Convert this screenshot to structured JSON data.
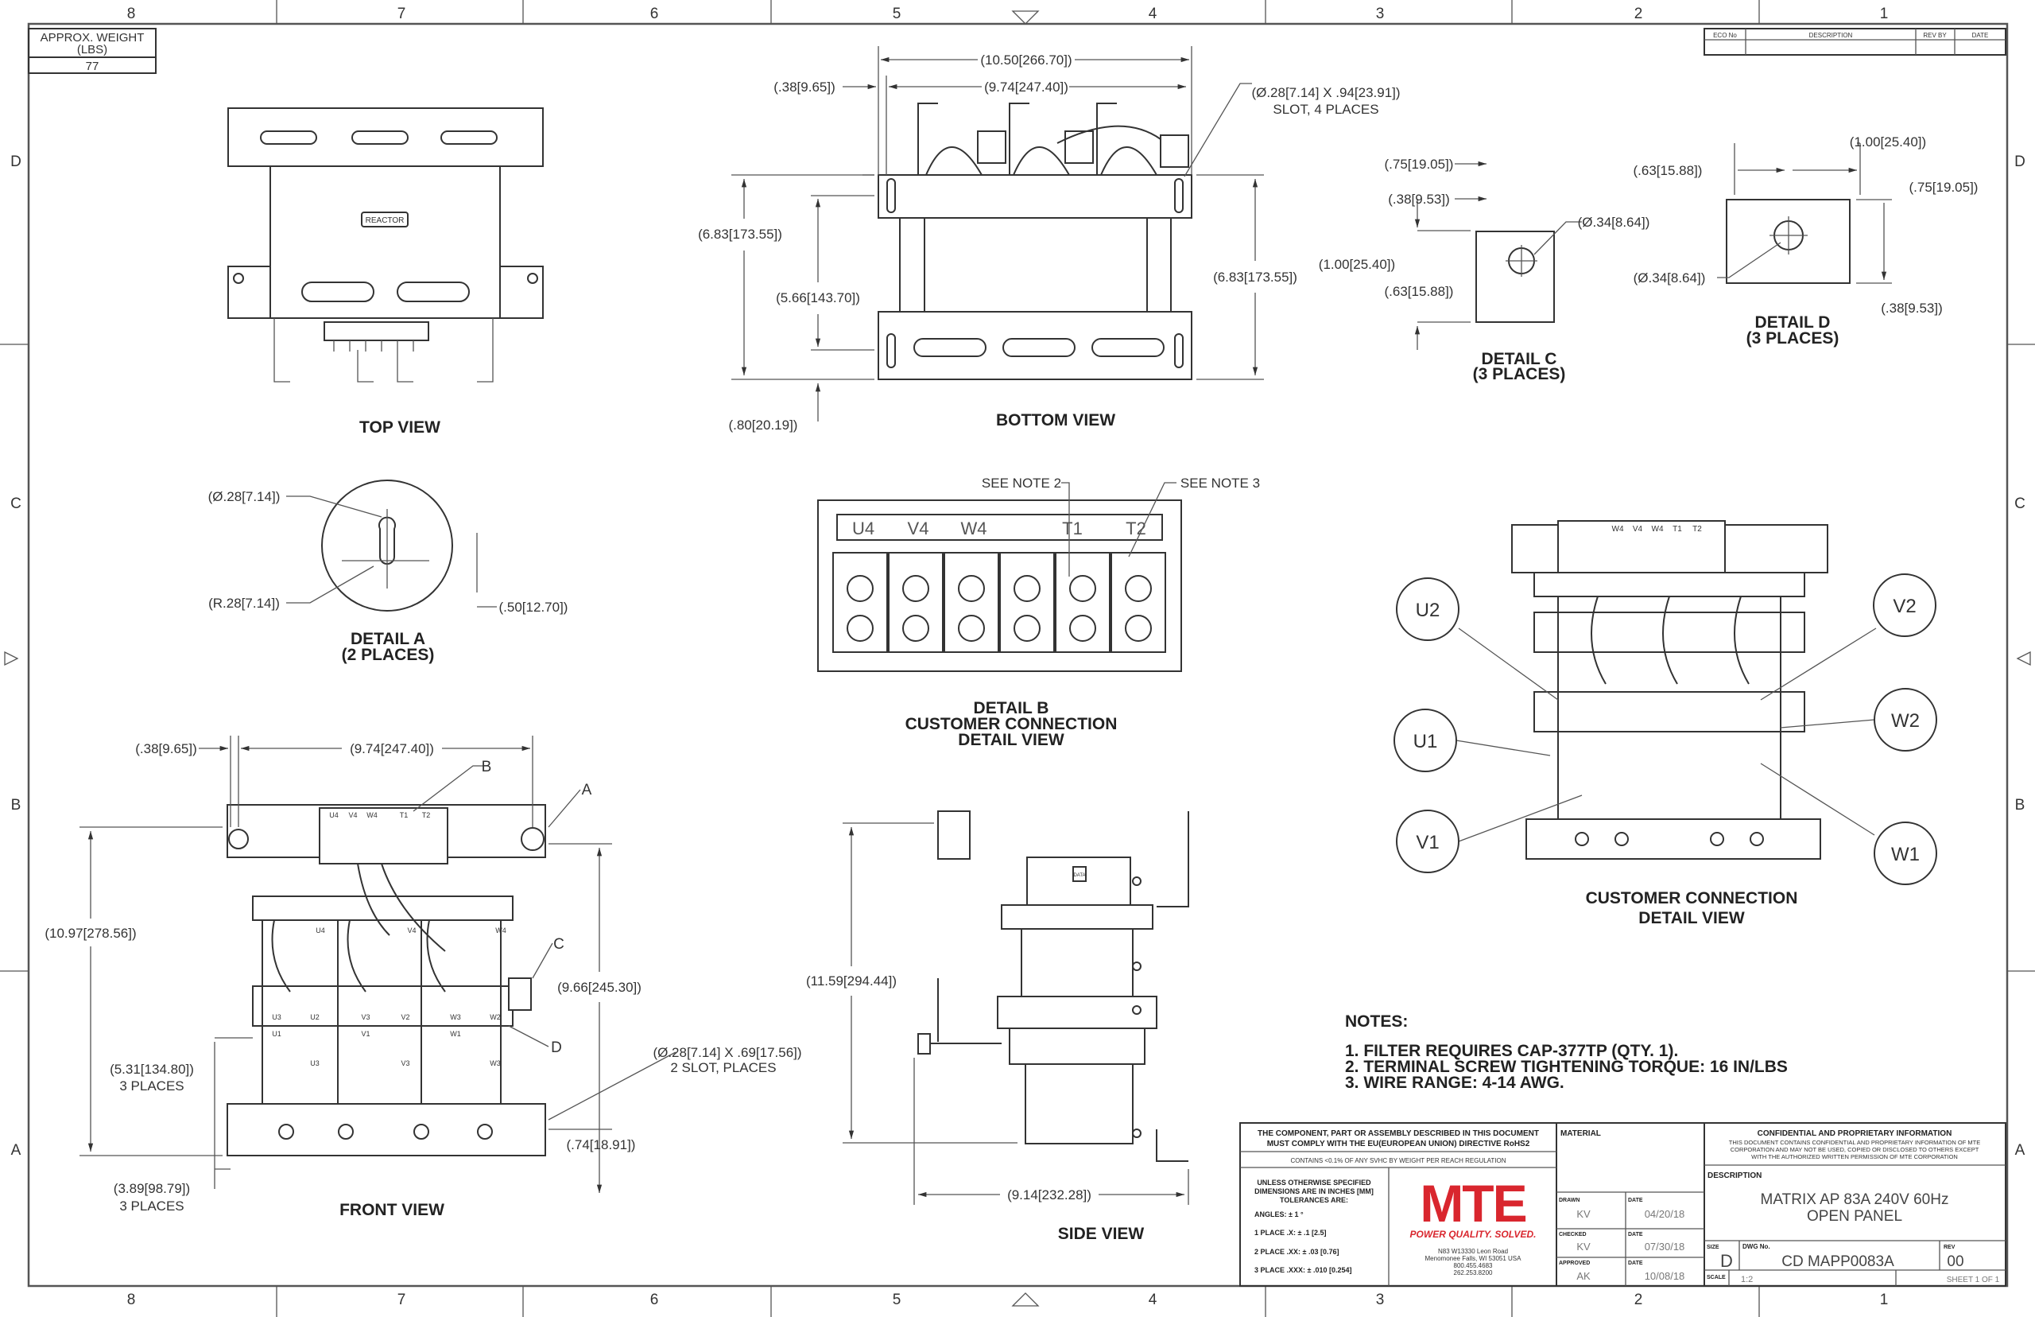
{
  "zones": {
    "columns": [
      "8",
      "7",
      "6",
      "5",
      "4",
      "3",
      "2",
      "1"
    ],
    "rows": [
      "D",
      "C",
      "B",
      "A"
    ]
  },
  "weight": {
    "label": "APPROX. WEIGHT (LBS)",
    "label_line1": "APPROX. WEIGHT",
    "label_line2": "(LBS)",
    "value": "77"
  },
  "revision_block": {
    "headers": [
      "ECO No",
      "DESCRIPTION",
      "REV BY",
      "DATE"
    ]
  },
  "views": {
    "top": {
      "title": "TOP VIEW",
      "badge": "REACTOR"
    },
    "bottom": {
      "title": "BOTTOM VIEW",
      "dims": [
        "(10.50[266.70])",
        "(.38[9.65])",
        "(9.74[247.40])",
        "(Ø.28[7.14] X .94[23.91])",
        "SLOT, 4 PLACES",
        "(6.83[173.55])",
        "(5.66[143.70])",
        "(6.83[173.55])",
        "(.80[20.19])"
      ]
    },
    "detail_c": {
      "title": "DETAIL C",
      "subtitle": "(3 PLACES)",
      "dims": [
        "(.75[19.05])",
        "(.38[9.53])",
        "(Ø.34[8.64])",
        "(1.00[25.40])",
        "(.63[15.88])"
      ]
    },
    "detail_d": {
      "title": "DETAIL D",
      "subtitle": "(3 PLACES)",
      "dims": [
        "(.63[15.88])",
        "(1.00[25.40])",
        "(.75[19.05])",
        "(Ø.34[8.64])",
        "(.38[9.53])"
      ]
    },
    "detail_a": {
      "title": "DETAIL A",
      "subtitle": "(2 PLACES)",
      "dims": [
        "(Ø.28[7.14])",
        "(R.28[7.14])",
        "(.50[12.70])"
      ]
    },
    "detail_b": {
      "title_lines": [
        "DETAIL B",
        "CUSTOMER CONNECTION",
        "DETAIL VIEW"
      ],
      "callouts": [
        "SEE NOTE 2",
        "SEE NOTE 3"
      ],
      "terminals": [
        "U4",
        "V4",
        "W4",
        "T1",
        "T2"
      ]
    },
    "customer_connection": {
      "title_lines": [
        "CUSTOMER CONNECTION",
        "DETAIL VIEW"
      ],
      "terminals": [
        "U2",
        "U1",
        "V1",
        "V2",
        "W2",
        "W1"
      ],
      "block_labels": [
        "W4",
        "V4",
        "W4",
        "T1",
        "T2"
      ]
    },
    "front": {
      "title": "FRONT VIEW",
      "callouts": [
        "A",
        "B",
        "C",
        "D"
      ],
      "terminal_labels": [
        "U4",
        "V4",
        "W4",
        "T1",
        "T2"
      ],
      "coil_labels": [
        "U4",
        "V4",
        "W4",
        "U3",
        "U2",
        "V3",
        "V2",
        "W3",
        "W2",
        "U1",
        "U3",
        "V1",
        "V3",
        "W1",
        "W3"
      ],
      "dims": [
        "(.38[9.65])",
        "(9.74[247.40])",
        "(10.97[278.56])",
        "(9.66[245.30])",
        "(5.31[134.80])",
        "3 PLACES",
        "(Ø.28[7.14] X .69[17.56])",
        "2 SLOT, PLACES",
        "(.74[18.91])",
        "(3.89[98.79])",
        "3 PLACES"
      ]
    },
    "side": {
      "title": "SIDE VIEW",
      "dims": [
        "(11.59[294.44])",
        "(9.14[232.28])"
      ],
      "badge": "DATA"
    }
  },
  "notes": {
    "heading": "NOTES:",
    "items": [
      "1.  FILTER REQUIRES CAP-377TP (QTY. 1).",
      "2.  TERMINAL SCREW TIGHTENING TORQUE: 16 IN/LBS",
      "3.  WIRE RANGE: 4-14 AWG."
    ]
  },
  "title_block": {
    "rohs_line1": "THE COMPONENT, PART OR ASSEMBLY DESCRIBED IN THIS DOCUMENT",
    "rohs_line2": "MUST COMPLY WITH THE EU(EUROPEAN UNION) DIRECTIVE RoHS2",
    "reach": "CONTAINS <0.1% OF ANY SVHC BY WEIGHT PER REACH REGULATION",
    "tolerance_lines": [
      "UNLESS OTHERWISE SPECIFIED",
      "DIMENSIONS ARE IN INCHES [MM]",
      "TOLERANCES ARE:"
    ],
    "tolerances": [
      "ANGLES: ± 1 °",
      "1 PLACE .X: ± .1 [2.5]",
      "2 PLACE .XX: ± .03 [0.76]",
      "3 PLACE .XXX: ± .010 [0.254]"
    ],
    "logo_text": "MTE",
    "logo_tagline": "POWER QUALITY. SOLVED.",
    "address": [
      "N83 W13330 Leon Road",
      "Menomonee Falls, WI 53051 USA",
      "800.455.4683",
      "262.253.8200"
    ],
    "material_label": "MATERIAL",
    "signoffs": [
      {
        "role": "DRAWN",
        "name": "KV",
        "date_label": "DATE",
        "date": "04/20/18"
      },
      {
        "role": "CHECKED",
        "name": "KV",
        "date_label": "DATE",
        "date": "07/30/18"
      },
      {
        "role": "APPROVED",
        "name": "AK",
        "date_label": "DATE",
        "date": "10/08/18"
      }
    ],
    "confidential_title": "CONFIDENTIAL AND PROPRIETARY INFORMATION",
    "confidential_lines": [
      "THIS DOCUMENT CONTAINS CONFIDENTIAL AND PROPRIETARY INFORMATION OF MTE",
      "CORPORATION AND MAY NOT BE USED, COPIED OR DISCLOSED TO OTHERS EXCEPT",
      "WITH THE AUTHORIZED WRITTEN PERMISSION OF MTE CORPORATION"
    ],
    "description_label": "DESCRIPTION",
    "description_lines": [
      "MATRIX AP 83A 240V 60Hz",
      "OPEN PANEL"
    ],
    "size_label": "SIZE",
    "size": "D",
    "dwg_label": "DWG No.",
    "dwg_no": "CD MAPP0083A",
    "rev_label": "REV",
    "rev": "00",
    "scale_label": "SCALE",
    "scale": "1:2",
    "sheet": "SHEET 1  OF 1"
  },
  "colors": {
    "logo_red": "#d9262e",
    "line": "#333333"
  }
}
